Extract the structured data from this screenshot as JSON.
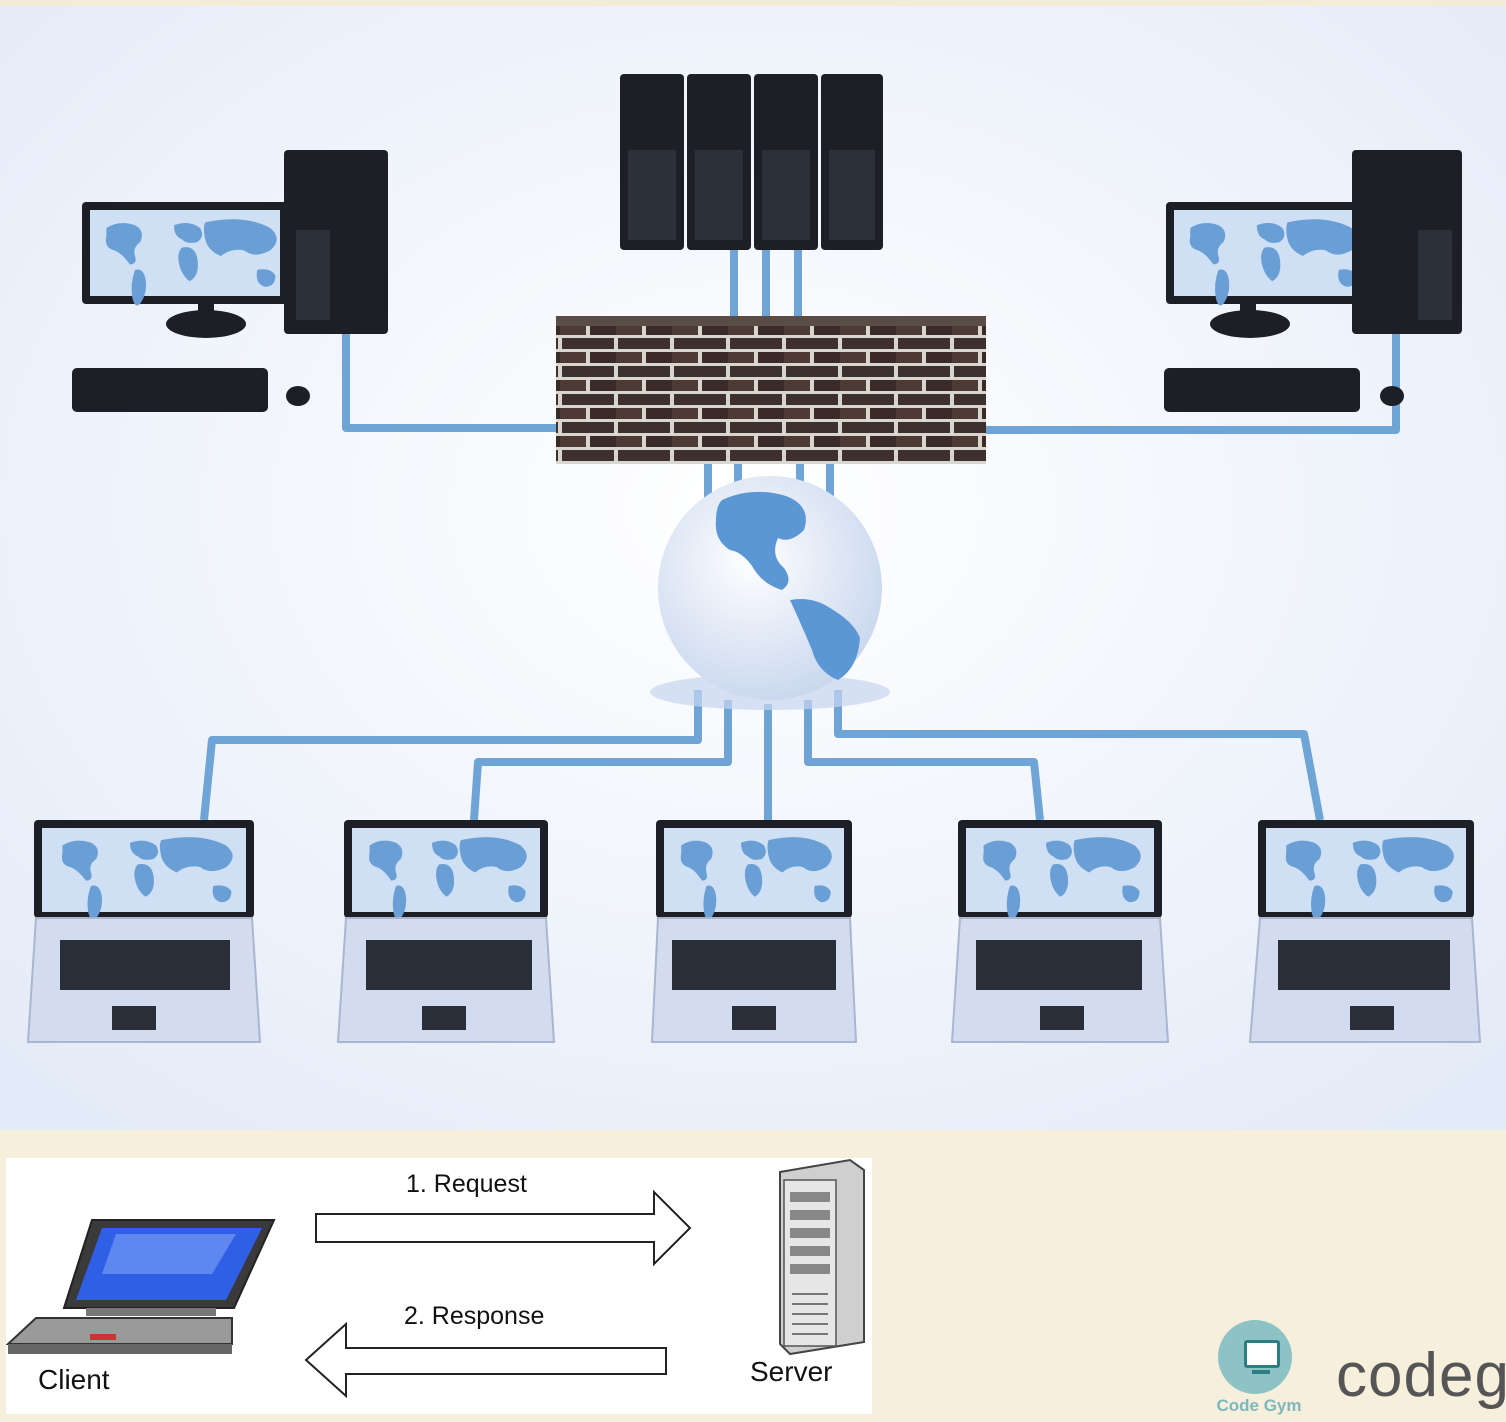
{
  "network_figure": {
    "background_color": "#eef2fb",
    "cable_color": "#6fa4d6",
    "device_color": "#1c1f26",
    "screen_color": "#cfe0f4",
    "map_color": "#6a9fd6",
    "wall_color": "#4a3a36",
    "globe_color": "#f4f7fd",
    "laptop_count": 5,
    "desktop_count": 2,
    "server_rack_count": 4
  },
  "client_server": {
    "request_label": "1. Request",
    "response_label": "2. Response",
    "client_label": "Client",
    "server_label": "Server"
  },
  "branding": {
    "logo_text": "Code Gym",
    "wordmark": "codeg",
    "logo_color": "#8ec3c6"
  }
}
